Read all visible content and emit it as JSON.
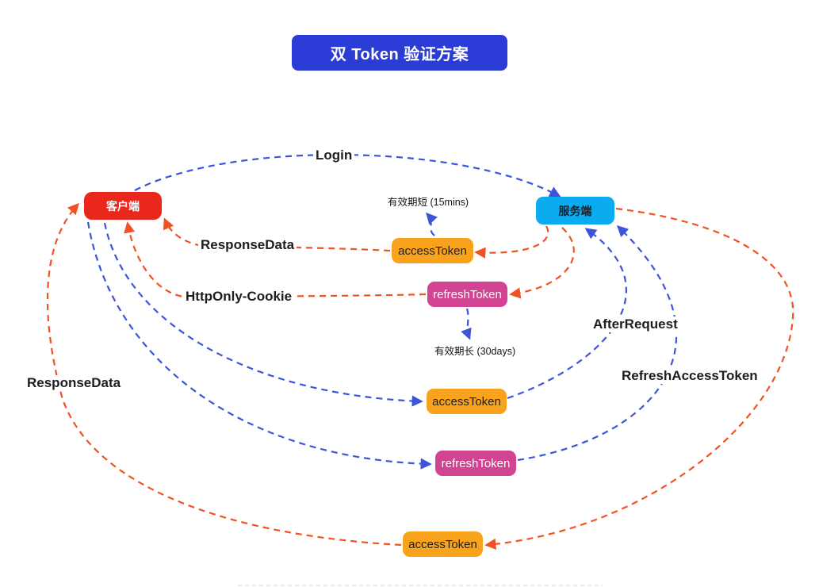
{
  "title": "双 Token 验证方案",
  "nodes": {
    "client": {
      "label": "客户端",
      "color": "#e9271c"
    },
    "server": {
      "label": "服务端",
      "color": "#0bacef"
    },
    "access_token_1": {
      "label": "accessToken",
      "color": "#f9a21b"
    },
    "refresh_token_1": {
      "label": "refreshToken",
      "color": "#d24391"
    },
    "access_token_2": {
      "label": "accessToken",
      "color": "#f9a21b"
    },
    "refresh_token_2": {
      "label": "refreshToken",
      "color": "#d24391"
    },
    "access_token_3": {
      "label": "accessToken",
      "color": "#f9a21b"
    }
  },
  "edge_labels": {
    "login": "Login",
    "response_data_top": "ResponseData",
    "http_only_cookie": "HttpOnly-Cookie",
    "after_request": "AfterRequest",
    "refresh_access_token": "RefreshAccessToken",
    "response_data_left": "ResponseData"
  },
  "annotations": {
    "access_validity": "有效期短 (15mins)",
    "refresh_validity": "有效期长 (30days)"
  },
  "edges": [
    {
      "from": "client",
      "to": "server",
      "label": "Login",
      "color": "#3c55d8"
    },
    {
      "from": "server",
      "to": "access_token_1",
      "label": "",
      "color": "#f05223"
    },
    {
      "from": "server",
      "to": "refresh_token_1",
      "label": "",
      "color": "#f05223"
    },
    {
      "from": "access_token_1",
      "to": "client",
      "label": "ResponseData",
      "color": "#f05223"
    },
    {
      "from": "refresh_token_1",
      "to": "client",
      "label": "HttpOnly-Cookie",
      "color": "#f05223"
    },
    {
      "from": "client",
      "to": "access_token_2",
      "label": "",
      "color": "#3c55d8"
    },
    {
      "from": "client",
      "to": "refresh_token_2",
      "label": "",
      "color": "#3c55d8"
    },
    {
      "from": "access_token_2",
      "to": "server",
      "label": "AfterRequest",
      "color": "#3c55d8"
    },
    {
      "from": "refresh_token_2",
      "to": "server",
      "label": "RefreshAccessToken",
      "color": "#3c55d8"
    },
    {
      "from": "server",
      "to": "access_token_3",
      "label": "",
      "color": "#f05223"
    },
    {
      "from": "access_token_3",
      "to": "client",
      "label": "ResponseData",
      "color": "#f05223"
    },
    {
      "from": "access_token_1",
      "to": "access_validity",
      "label": "有效期短 (15mins)",
      "color": "#3c55d8"
    },
    {
      "from": "refresh_token_1",
      "to": "refresh_validity",
      "label": "有效期长 (30days)",
      "color": "#3c55d8"
    }
  ],
  "colors": {
    "title_bg": "#2b3cd6",
    "request_edge": "#3c55d8",
    "response_edge": "#f05223"
  }
}
